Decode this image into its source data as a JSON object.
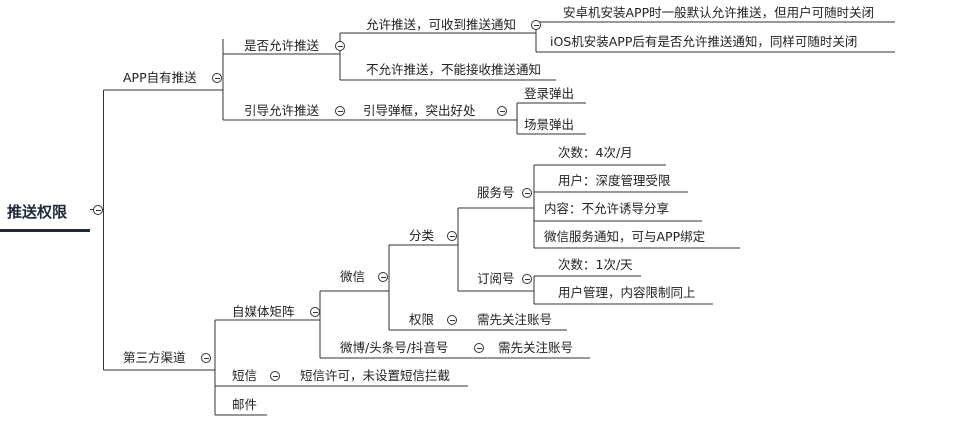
{
  "mindmap": {
    "root": "推送权限",
    "branches": {
      "app": "APP自有推送",
      "allow": "是否允许推送",
      "allow_yes": "允许推送，可收到推送通知",
      "android": "安卓机安装APP时一般默认允许推送，但用户可随时关闭",
      "ios": "iOS机安装APP后有是否允许推送通知，同样可随时关闭",
      "allow_no": "不允许推送，不能接收推送通知",
      "guide": "引导允许推送",
      "guide_popup": "引导弹框，突出好处",
      "login_popup": "登录弹出",
      "scene_popup": "场景弹出",
      "third": "第三方渠道",
      "media": "自媒体矩阵",
      "wechat": "微信",
      "category": "分类",
      "service": "服务号",
      "service_count": "次数：4次/月",
      "service_user": "用户：深度管理受限",
      "service_content": "内容：不允许诱导分享",
      "service_notice": "微信服务通知，可与APP绑定",
      "subscribe": "订阅号",
      "subscribe_count": "次数：1次/天",
      "subscribe_user": "用户管理，内容限制同上",
      "permission": "权限",
      "follow_required": "需先关注账号",
      "weibo": "微博/头条号/抖音号",
      "weibo_follow": "需先关注账号",
      "sms": "短信",
      "sms_note": "短信许可，未设置短信拦截",
      "mail": "邮件"
    }
  },
  "colors": {
    "line": "#333333",
    "root_underline": "#1e2a3a",
    "text": "#222222"
  }
}
